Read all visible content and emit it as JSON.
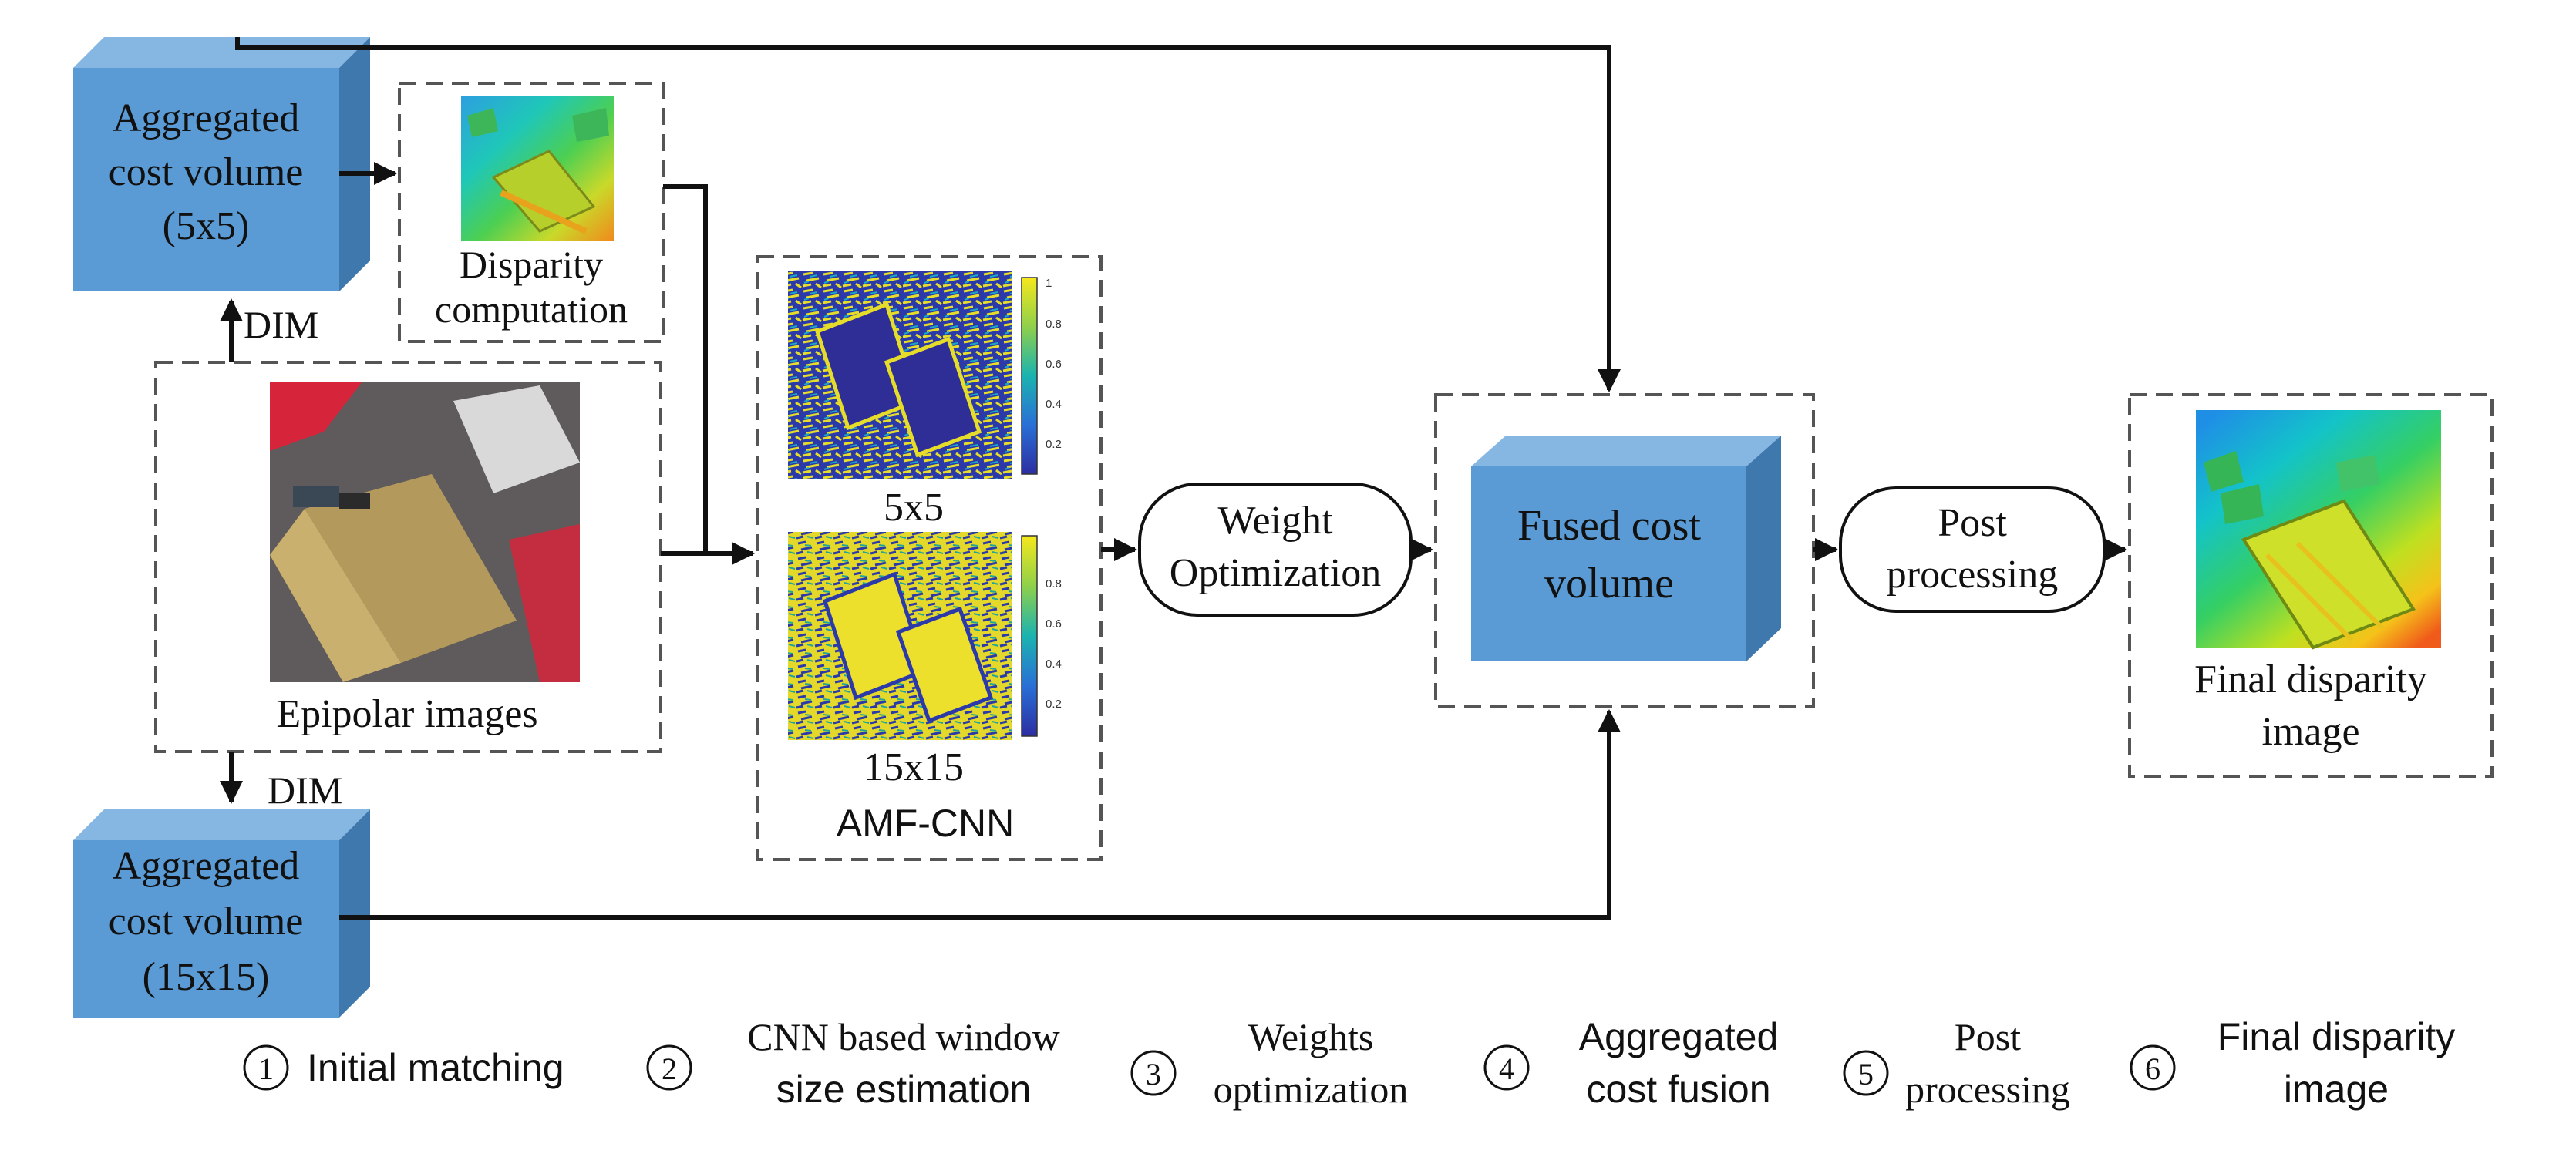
{
  "blocks": {
    "cost_volume_small": [
      "Aggregated",
      "cost volume",
      "(5x5)"
    ],
    "cost_volume_large": [
      "Aggregated",
      "cost volume",
      "(15x15)"
    ],
    "fused_cost_volume": [
      "Fused cost",
      "volume"
    ]
  },
  "boxes": {
    "disparity_computation": [
      "Disparity",
      "computation"
    ],
    "epipolar_images": "Epipolar images",
    "amf_cnn": {
      "map_small_label": "5x5",
      "map_large_label": "15x15",
      "title": "AMF-CNN",
      "colorbar_small_ticks": [
        "1",
        "0.8",
        "0.6",
        "0.4",
        "0.2"
      ],
      "colorbar_large_ticks": [
        "0.8",
        "0.6",
        "0.4",
        "0.2"
      ]
    },
    "final_disparity": [
      "Final disparity",
      "image"
    ]
  },
  "processes": {
    "weight_optimization": [
      "Weight",
      "Optimization"
    ],
    "post_processing": [
      "Post",
      "processing"
    ]
  },
  "edge_labels": {
    "dim_top": "DIM",
    "dim_bottom": "DIM"
  },
  "steps": [
    {
      "num": "1",
      "lines": [
        "Initial matching"
      ]
    },
    {
      "num": "2",
      "lines": [
        "CNN based window",
        "size estimation"
      ]
    },
    {
      "num": "3",
      "lines": [
        "Weights",
        "optimization"
      ]
    },
    {
      "num": "4",
      "lines": [
        "Aggregated",
        "cost fusion"
      ]
    },
    {
      "num": "5",
      "lines": [
        "Post",
        "processing"
      ]
    },
    {
      "num": "6",
      "lines": [
        "Final disparity",
        "image"
      ]
    }
  ],
  "colors": {
    "cube_front": "#5b9bd5",
    "cube_side": "#3f78ad",
    "cube_top": "#86b7e3",
    "dashed_border": "#555555",
    "line": "#111111"
  },
  "icons": [
    "arrow-head",
    "circled-number"
  ]
}
